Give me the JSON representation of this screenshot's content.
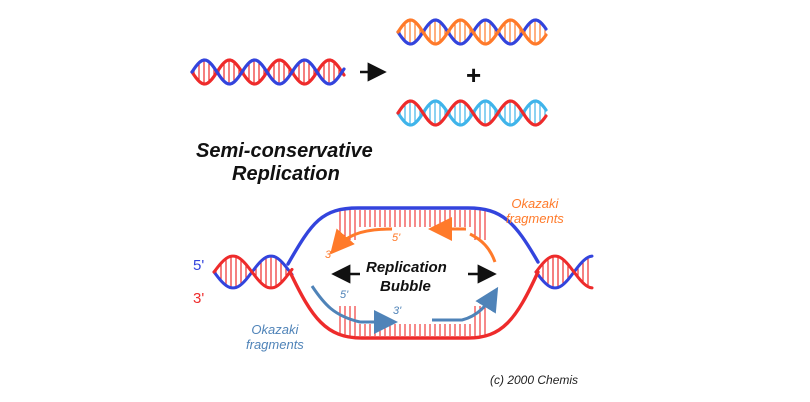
{
  "colors": {
    "red": "#ee2b2b",
    "blue": "#3344dd",
    "orange": "#ff7a2a",
    "light_blue": "#3fb4ea",
    "steel_blue": "#4f83b8",
    "black": "#111111"
  },
  "title": {
    "line1": "Semi-conservative",
    "line2": "Replication"
  },
  "top_plus_sign": "+",
  "bubble_label": {
    "line1": "Replication",
    "line2": "Bubble"
  },
  "strand_ends": {
    "top_left": "5'",
    "bottom_left": "3'"
  },
  "okazaki_top": {
    "line1": "Okazaki",
    "line2": "fragments",
    "color": "#ff7a2a"
  },
  "okazaki_bottom": {
    "line1": "Okazaki",
    "line2": "fragments",
    "color": "#4f83b8"
  },
  "inner_labels": {
    "top_five_prime": "5'",
    "top_three_prime": "3'",
    "bottom_five_prime": "5'",
    "bottom_three_prime": "3'"
  },
  "copyright": "(c) 2000 Chemis"
}
